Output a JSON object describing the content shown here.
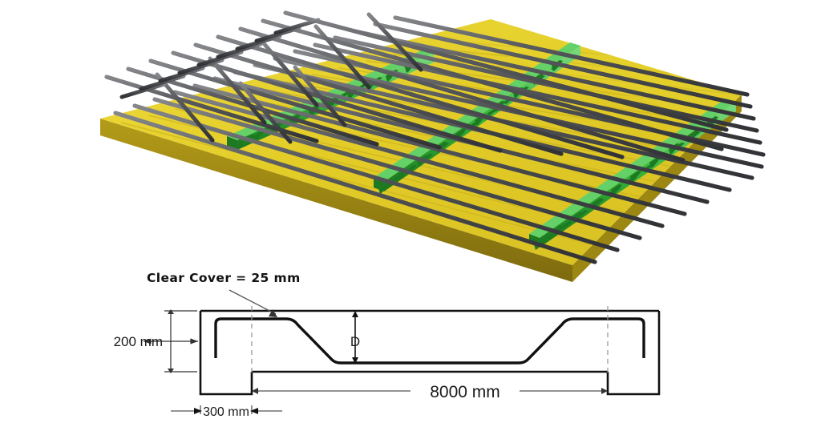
{
  "figure": {
    "title_visible": false,
    "background_color": "#ffffff"
  },
  "model_3d": {
    "name": "reinforced-concrete-slab-rebar-3d-view",
    "formwork": {
      "label": "formwork-deck",
      "top_color": "#e5cf2b",
      "side_color": "#8f7c14",
      "front_color": "#c6ad1f",
      "plank_line_color": "#c9b11f"
    },
    "rebar": {
      "label": "steel-reinforcement-mesh",
      "color": "#4f5053",
      "highlight_color": "#8e9094",
      "shadow_color": "#2f3033",
      "longitudinal_bar_count": 15,
      "transverse_bar_count": 9,
      "bent_bar_count": 7
    },
    "chairs": {
      "label": "plastic-rebar-chair-spacer",
      "color": "#2faa34",
      "top_color": "#62d166",
      "dark_color": "#1d7a22",
      "rows": 3,
      "legs_per_row": 13
    }
  },
  "section": {
    "name": "slab-cross-section-drawing",
    "line_color": "#111111",
    "rebar_line_color": "#111111",
    "dim_line_color": "#555555",
    "center_line_color": "#8a8a8a",
    "annotations": {
      "clear_cover": "Clear Cover = 25 mm",
      "depth_label": "D",
      "slab_depth": "200 mm",
      "support_width": "300 mm",
      "clear_span": "8000 mm"
    }
  }
}
